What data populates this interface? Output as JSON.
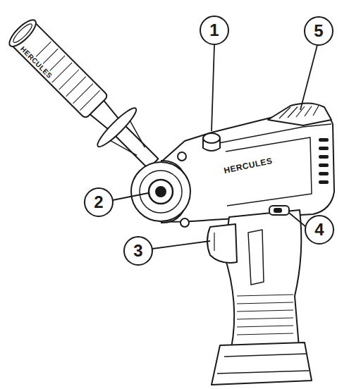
{
  "diagram": {
    "nodes": [
      {
        "text": [
          "1"
        ]
      },
      {
        "text": [
          "5"
        ]
      },
      {
        "text": [
          "2"
        ]
      },
      {
        "text": [
          "4"
        ]
      },
      {
        "text": [
          "3"
        ]
      }
    ],
    "labels": [
      "HERCULES",
      "HERCULES"
    ]
  }
}
